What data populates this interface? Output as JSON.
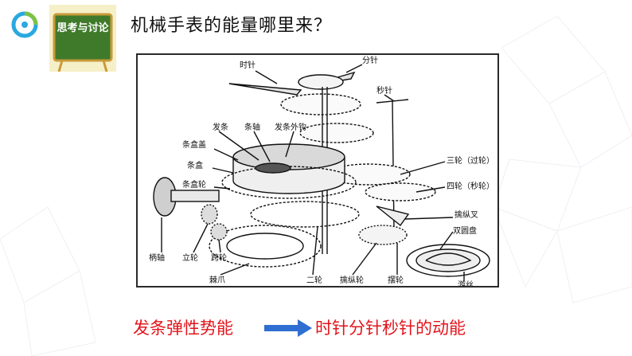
{
  "header": {
    "badge_text": "思考与讨论",
    "title": "机械手表的能量哪里来？"
  },
  "diagram": {
    "labels": {
      "hour_hand": "时针",
      "minute_hand": "分针",
      "second_hand": "秒针",
      "mainspring": "发条",
      "barrel_arbor": "条轴",
      "mainspring_hook": "发条外钩",
      "barrel_cover": "条盒盖",
      "barrel": "条盒",
      "barrel_wheel": "条盒轮",
      "third_wheel": "三轮（过轮）",
      "fourth_wheel": "四轮（秒轮）",
      "pallet_fork": "擒纵叉",
      "double_roller": "双圆盘",
      "stem": "柄轴",
      "winding_pinion": "立轮",
      "ratchet_wheel": "跨轮",
      "click": "棘爪",
      "second_wheel": "二轮",
      "escape_wheel": "擒纵轮",
      "balance_wheel": "摆轮",
      "hairspring": "游丝"
    }
  },
  "conversion": {
    "from": "发条弹性势能",
    "to": "时针分针秒针的动能"
  },
  "colors": {
    "accent_red": "#e3141b",
    "arrow_blue": "#2f6fd1",
    "badge_green": "#3f7a2a",
    "badge_yellow": "#e8d86a"
  }
}
